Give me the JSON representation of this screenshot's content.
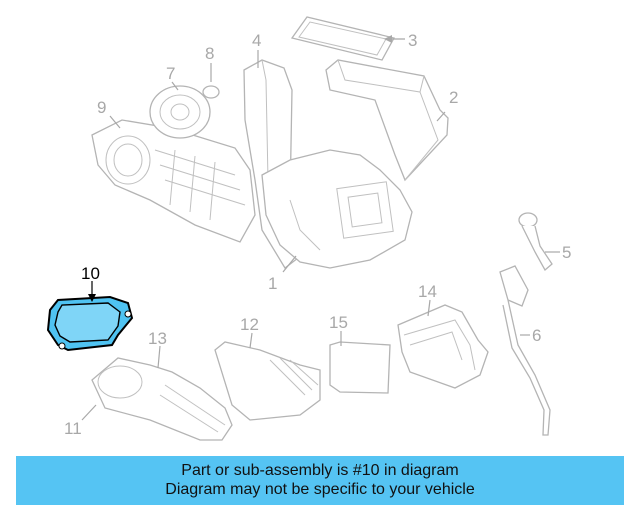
{
  "labels": {
    "l1": "1",
    "l2": "2",
    "l3": "3",
    "l4": "4",
    "l5": "5",
    "l6": "6",
    "l7": "7",
    "l8": "8",
    "l9": "9",
    "l10": "10",
    "l11": "11",
    "l12": "12",
    "l13": "13",
    "l14": "14",
    "l15": "15"
  },
  "highlight": {
    "part": "10",
    "color": "#4fc3f2"
  },
  "banner": {
    "line1": "Part or sub-assembly is #10 in diagram",
    "line2": "Diagram may not be specific to your vehicle",
    "color": "#55c4f3"
  }
}
